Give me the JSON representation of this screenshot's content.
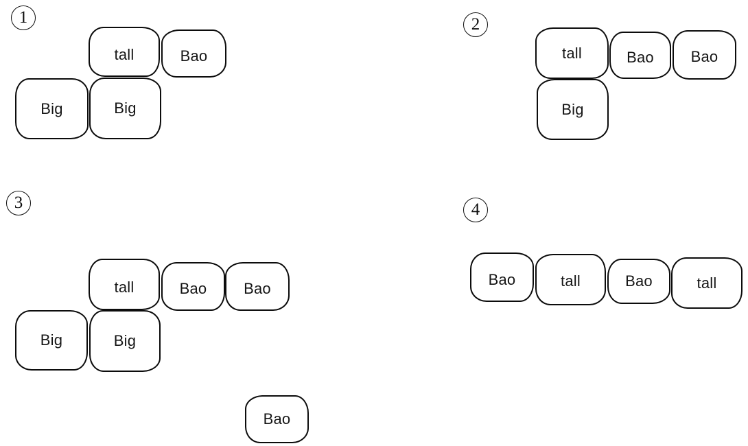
{
  "diagram": {
    "title": "word-block grouping diagram",
    "colors": {
      "background": "#ffffff",
      "stroke": "#0c0c0c",
      "text": "#161616"
    },
    "groups": [
      {
        "number": "1",
        "blocks": [
          "tall",
          "Bao",
          "Big",
          "Big"
        ]
      },
      {
        "number": "2",
        "blocks": [
          "tall",
          "Bao",
          "Bao",
          "Big"
        ]
      },
      {
        "number": "3",
        "blocks": [
          "tall",
          "Bao",
          "Bao",
          "Big",
          "Big",
          "Bao"
        ]
      },
      {
        "number": "4",
        "blocks": [
          "Bao",
          "tall",
          "Bao",
          "tall"
        ]
      }
    ]
  }
}
